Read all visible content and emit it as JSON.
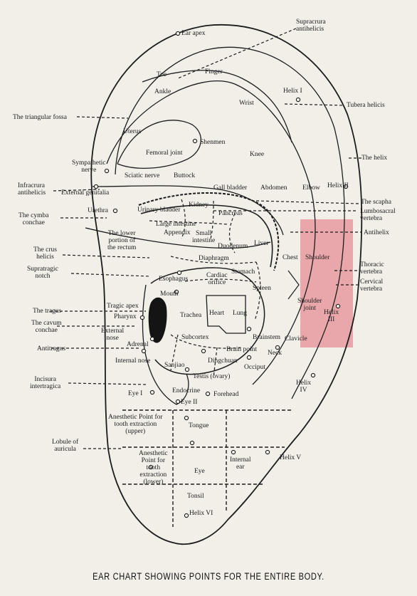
{
  "colors": {
    "ink": "#1c1c1c",
    "paper": "#f1efe8",
    "highlight": "#e79aa1"
  },
  "caption": "EAR CHART SHOWING POINTS FOR THE ENTIRE BODY.",
  "labels": {
    "ear_apex": "Ear apex",
    "supracrura": "Supracrura\nantihelicis",
    "toe": "Toe",
    "finger": "Finger",
    "ankle": "Ankle",
    "helix_1": "Helix I",
    "wrist": "Wrist",
    "tubera_helicis": "Tubera helicis",
    "triangular_fossa": "The triangular fossa",
    "uterus": "Uterus",
    "shenmen": "Shenmen",
    "femoral_joint": "Femoral joint",
    "knee": "Knee",
    "the_helix": "The helix",
    "sympathetic_nerve": "Sympathetic\nnerve",
    "sciatic_nerve": "Sciatic nerve",
    "buttock": "Buttock",
    "infracrura": "Infracrura\nantihelicis",
    "external_genitalia": "External genitalia",
    "gall_bladder": "Gall bladder",
    "abdomen": "Abdomen",
    "elbow": "Elbow",
    "helix_2": "Helix II",
    "the_scapha": "The scapha",
    "lumbosacral": "Lumbosacral\nvertebra",
    "cymba_conchae": "The cymba\nconchae",
    "urethra": "Urethra",
    "urinary_bladder": "Urinary bladder",
    "kidney": "Kidney",
    "pancreas": "Pancreas",
    "large_intestine": "Large intestine",
    "antihelix": "Antihelix",
    "lower_rectum": "The lower\nportion of\nthe rectum",
    "appendix": "Appendix",
    "small_intestine": "Small\nintestine",
    "duodenum": "Duodenum",
    "liver": "Liver",
    "crus_helicis": "The crus\nhelicis",
    "chest": "Chest",
    "shoulder": "Shoulder",
    "thoracic": "Thoracic\nvertebra",
    "diaphragm": "Diaphragm",
    "supratragic_notch": "Supratragic\nnotch",
    "esophagus": "Esophagus",
    "cardiac_orifice": "Cardiac\norifice",
    "stomach": "Stomach",
    "cervical": "Cervical\nvertebra",
    "mouth": "Mouth",
    "spleen": "Spleen",
    "tragic_apex": "Tragic apex",
    "shoulder_joint": "Shoulder\njoint",
    "helix_3": "Helix\nIII",
    "the_tragus": "The tragus",
    "pharynx": "Pharynx",
    "trachea": "Trachea",
    "heart": "Heart",
    "lung": "Lung",
    "cavum_conchae": "The cavum\nconchae",
    "external_nose": "External\nnose",
    "subcortex": "Subcortex",
    "brainstem": "Brainstem",
    "clavicle": "Clavicle",
    "adrenal": "Adrenal",
    "antitragus": "Antitragus",
    "brain_point": "Brain point",
    "neck": "Neck",
    "internal_nose": "Internal nose",
    "dingchuan": "Dingchuan",
    "sanjiao": "Sanjiao",
    "occiput": "Occiput",
    "testis": "Testis (ovary)",
    "helix_4": "Helix\nIV",
    "incisura": "Incisura\nintertragica",
    "endocrine": "Endocrine",
    "eye_1": "Eye I",
    "eye_2": "Eye II",
    "forehead": "Forehead",
    "anesthetic_upper": "Anesthetic Point for\ntooth extraction\n(upper)",
    "tongue": "Tongue",
    "lobule": "Lobule of\nauricula",
    "helix_5": "Helix V",
    "anesthetic_lower": "Anesthetic\nPoint for\ntooth\nextraction\n(lower)",
    "eye": "Eye",
    "internal_ear": "Internal\near",
    "tonsil": "Tonsil",
    "helix_6": "Helix VI"
  }
}
